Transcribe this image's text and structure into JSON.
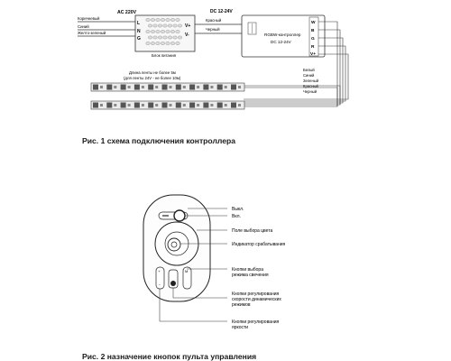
{
  "figure1": {
    "ac_label": "AC 220V",
    "dc_label": "DC 12-24V",
    "wires_left": [
      "Коричневый",
      "Синий",
      "Желто-зеленый"
    ],
    "terminals_left": [
      "L",
      "N",
      "G"
    ],
    "terminals_right": [
      "V+",
      "V-"
    ],
    "wires_right": [
      "Красный",
      "Черный"
    ],
    "psu_name": "Блок питания",
    "controller_title": "RGBW-контроллер",
    "controller_voltage": "DC 12-24V",
    "controller_ports": [
      "W",
      "B",
      "G",
      "R",
      "V+"
    ],
    "wire_colors_out": [
      "Белый",
      "Синий",
      "Зеленый",
      "Красный",
      "Черный"
    ],
    "strip_note_1": "Длина ленты не более 5м",
    "strip_note_2": "(для ленты 24V - не более 10м)",
    "caption": "Рис. 1 схема подключения контроллера"
  },
  "figure2": {
    "callouts": [
      "Выкл.",
      "Вкл.",
      "Поле выбора цвета",
      "Индикатор срабатывания",
      "Кнопки выбора режима свечения",
      "Кнопки регулирования скорости динамических режимов",
      "Кнопки регулирования яркости"
    ],
    "caption": "Рис. 2 назначение кнопок пульта управления"
  }
}
